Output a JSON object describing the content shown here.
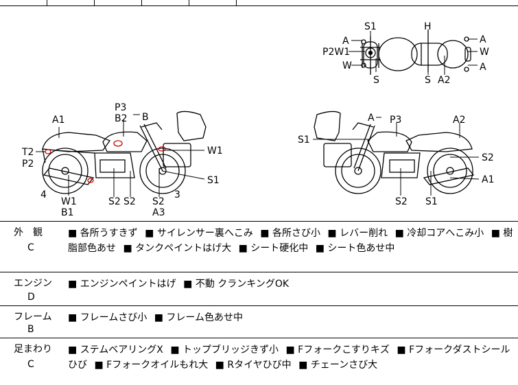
{
  "diagram_labels": {
    "top_view": {
      "s1": "S1",
      "h": "H",
      "a_left": "A",
      "p2w1": "P2W1",
      "w_left": "W",
      "s_left": "S",
      "s_mid": "S",
      "a2": "A2",
      "a_right_top": "A",
      "w_right": "W",
      "a_right_bottom": "A"
    },
    "left_view": {
      "p3": "P3",
      "b": "B",
      "b2": "B2",
      "a1": "A1",
      "t2": "T2",
      "p2": "P2",
      "w1_right": "W1",
      "s1": "S1",
      "n4": "4",
      "w1_bottom": "W1",
      "b1": "B1",
      "s2_a": "S2",
      "s2_b": "S2",
      "s2_c": "S2",
      "a3": "A3",
      "n3": "3"
    },
    "right_view": {
      "a": "A",
      "p3": "P3",
      "a2": "A2",
      "s1_left": "S1",
      "s2_right": "S2",
      "a1": "A1",
      "s2_bottom": "S2",
      "s1_bottom": "S1"
    }
  },
  "sections": [
    {
      "name": "外　観",
      "grade": "C",
      "items": [
        "各所うすきず",
        "サイレンサー裏へこみ",
        "各所さび小",
        "レバー削れ",
        "冷却コアへこみ小",
        "樹脂部色あせ",
        "タンクペイントはげ大",
        "シート硬化中",
        "シート色あせ中"
      ]
    },
    {
      "name": "エンジン",
      "grade": "D",
      "items": [
        "エンジンペイントはげ",
        "不動 クランキングOK"
      ]
    },
    {
      "name": "フレーム",
      "grade": "B",
      "items": [
        "フレームさび小",
        "フレーム色あせ中"
      ]
    },
    {
      "name": "足まわり",
      "grade": "C",
      "items": [
        "ステムベアリングX",
        "トップブリッジきず小",
        "Fフォークこすりキズ",
        "Fフォークダストシールひび",
        "Fフォークオイルもれ大",
        "Rタイヤひび中",
        "チェーンさび大"
      ]
    }
  ]
}
